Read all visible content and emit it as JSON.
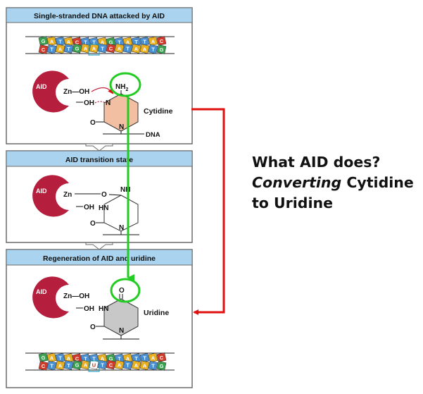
{
  "panels": [
    {
      "title": "Single-stranded DNA attacked by AID",
      "enzyme": "AID",
      "zn_oh": "Zn—OH",
      "oh": "OH",
      "nh2": "NH",
      "nh2_sub": "2",
      "n": "N",
      "n1": "N",
      "o": "O",
      "name": "Cytidine",
      "dna": "DNA"
    },
    {
      "title": "AID transition state",
      "enzyme": "AID",
      "zn": "Zn",
      "oh": "OH",
      "o_link": "O",
      "nh": "NH",
      "hn": "HN",
      "n1": "N",
      "o": "O"
    },
    {
      "title": "Regeneration of AID and uridine",
      "enzyme": "AID",
      "zn_oh": "Zn—OH",
      "oh": "OH",
      "o_top": "O",
      "hn": "HN",
      "n1": "N",
      "o": "O",
      "name": "Uridine"
    }
  ],
  "dna_top": {
    "top_strand": [
      "G",
      "A",
      "T",
      "A",
      "C",
      "T",
      "T",
      "A",
      "G",
      "T",
      "A",
      "T",
      "T",
      "A",
      "C"
    ],
    "bottom_strand": [
      "C",
      "T",
      "A",
      "T",
      "G",
      "A",
      "A",
      "T",
      "C",
      "A",
      "T",
      "A",
      "A",
      "T",
      "G"
    ]
  },
  "dna_bottom": {
    "top_strand": [
      "G",
      "A",
      "T",
      "A",
      "C",
      "T",
      "T",
      "A",
      "G",
      "T",
      "A",
      "T",
      "T",
      "A",
      "C"
    ],
    "bottom_strand": [
      "C",
      "T",
      "A",
      "T",
      "G",
      "A",
      "U",
      "T",
      "C",
      "A",
      "T",
      "A",
      "A",
      "T",
      "G"
    ]
  },
  "caption": {
    "line1": "What AID does?",
    "line2_italic": "Converting",
    "line2_rest": " Cytidine",
    "line3": "to Uridine"
  },
  "colors": {
    "panel_header": "#a9d3ee",
    "enzyme": "#b51e3c",
    "cytosine_fill": "#f2bfa3",
    "uracil_fill": "#c8c8c8",
    "green_arrow": "#22cc22",
    "red_arrow": "#e01010",
    "base_a": "#e8b020",
    "base_t": "#4a8fd0",
    "base_g": "#3aa050",
    "base_c": "#d03a2a",
    "base_u": "#ffffff"
  }
}
